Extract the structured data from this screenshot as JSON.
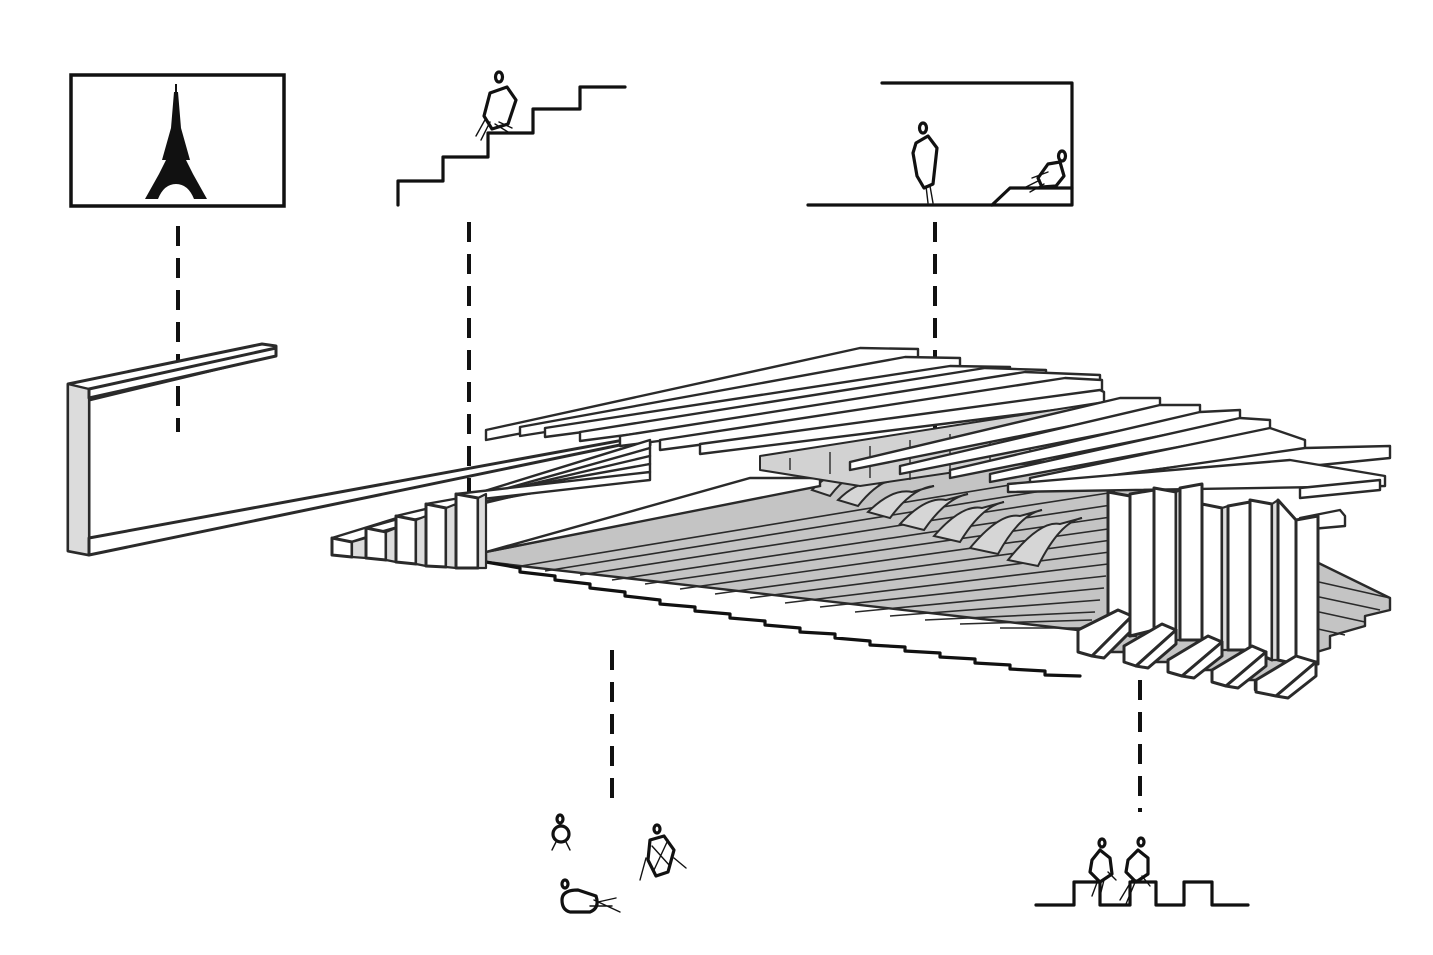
{
  "diagram": {
    "background": "#ffffff",
    "ink_color": "#1e1e1e",
    "surface_shade": "#c4c4c4",
    "vignettes": [
      {
        "id": "view",
        "icon": "eiffel-tower-icon"
      },
      {
        "id": "stairs",
        "icon": "person-sitting-on-steps-icon"
      },
      {
        "id": "ledge",
        "icon": "person-standing-and-reclining-icon"
      },
      {
        "id": "ground",
        "icon": "people-lying-on-ground-icon"
      },
      {
        "id": "benches",
        "icon": "people-sitting-on-benches-icon"
      }
    ]
  }
}
